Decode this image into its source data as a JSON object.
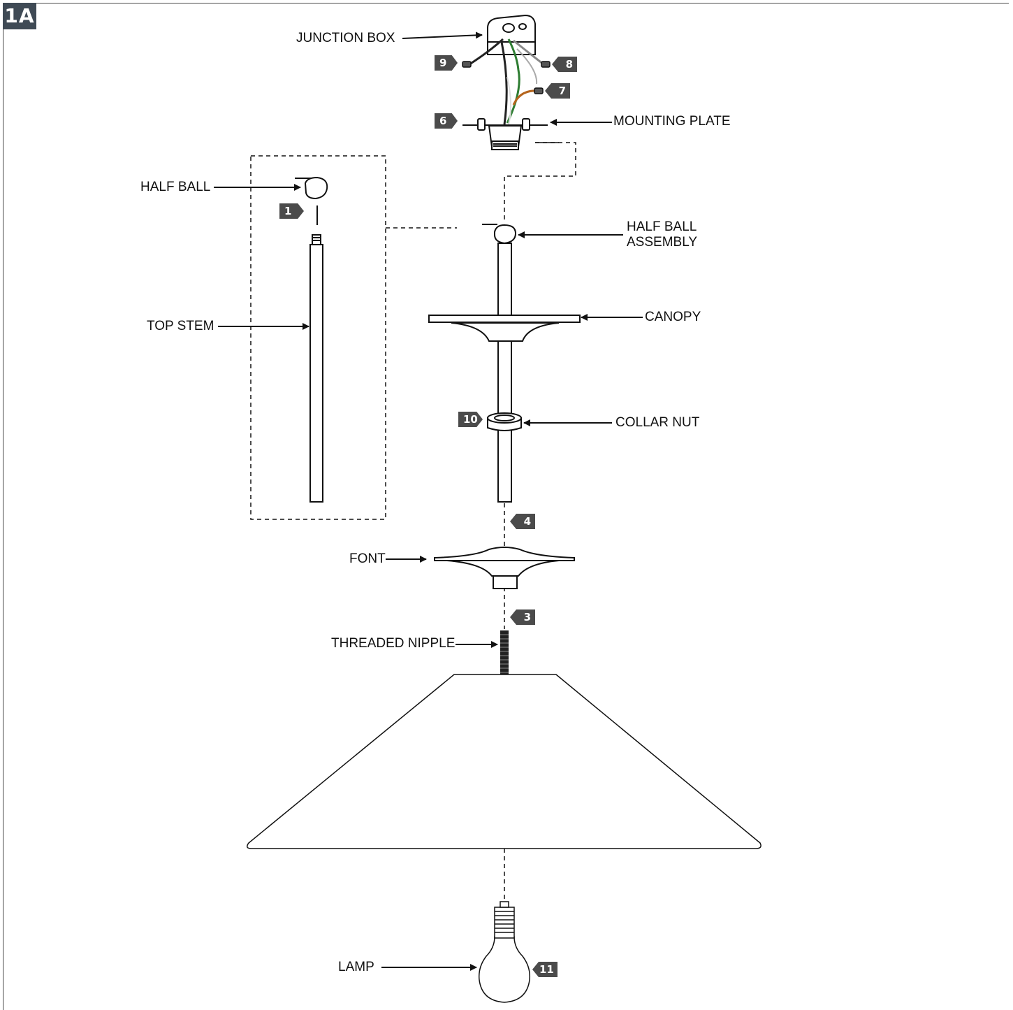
{
  "figure": {
    "tag": "1A"
  },
  "labels": {
    "junction_box": "JUNCTION BOX",
    "mounting_plate": "MOUNTING PLATE",
    "half_ball": "HALF BALL",
    "half_ball_assembly": "HALF BALL\nASSEMBLY",
    "top_stem": "TOP STEM",
    "canopy": "CANOPY",
    "collar_nut": "COLLAR NUT",
    "font": "FONT",
    "threaded_nipple": "THREADED NIPPLE",
    "lamp": "LAMP"
  },
  "steps": {
    "s1": "1",
    "s3": "3",
    "s4": "4",
    "s6": "6",
    "s7": "7",
    "s8": "8",
    "s9": "9",
    "s10": "10",
    "s11": "11"
  },
  "colors": {
    "line": "#111111",
    "badge": "#4b4b4b",
    "tag": "#3f4a55",
    "wire_green": "#2e7d32",
    "wire_brown": "#b5651d",
    "wire_black": "#222222"
  }
}
